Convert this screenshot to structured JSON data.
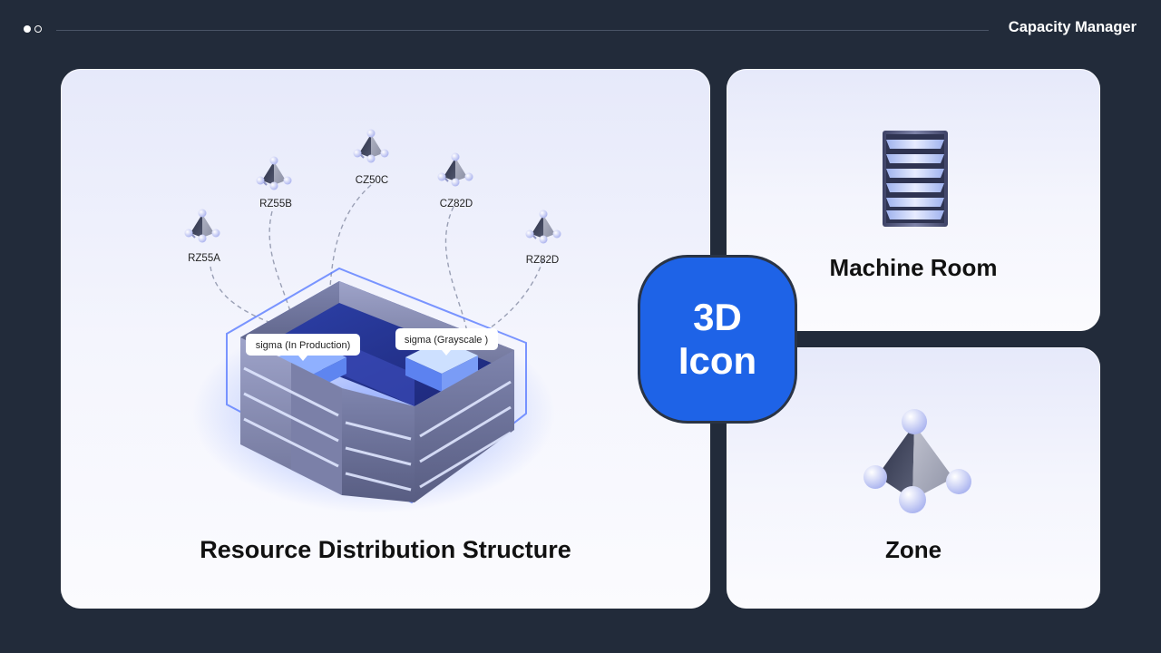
{
  "header": {
    "title": "Capacity Manager"
  },
  "main_card": {
    "title": "Resource Distribution Structure",
    "zones": [
      "RZ55A",
      "RZ55B",
      "CZ50C",
      "CZ82D",
      "RZ82D"
    ],
    "tags": {
      "production": "sigma (In Production)",
      "grayscale": "sigma (Grayscale )"
    }
  },
  "badge": {
    "line1": "3D",
    "line2": "Icon"
  },
  "room_card": {
    "title": "Machine Room"
  },
  "zone_card": {
    "title": "Zone"
  },
  "colors": {
    "background": "#222b3a",
    "accent": "#1e63e7",
    "rack": "#8a90b8"
  },
  "icons": [
    "tetra-zone-icon",
    "server-rack-icon",
    "machine-room-box-icon"
  ]
}
